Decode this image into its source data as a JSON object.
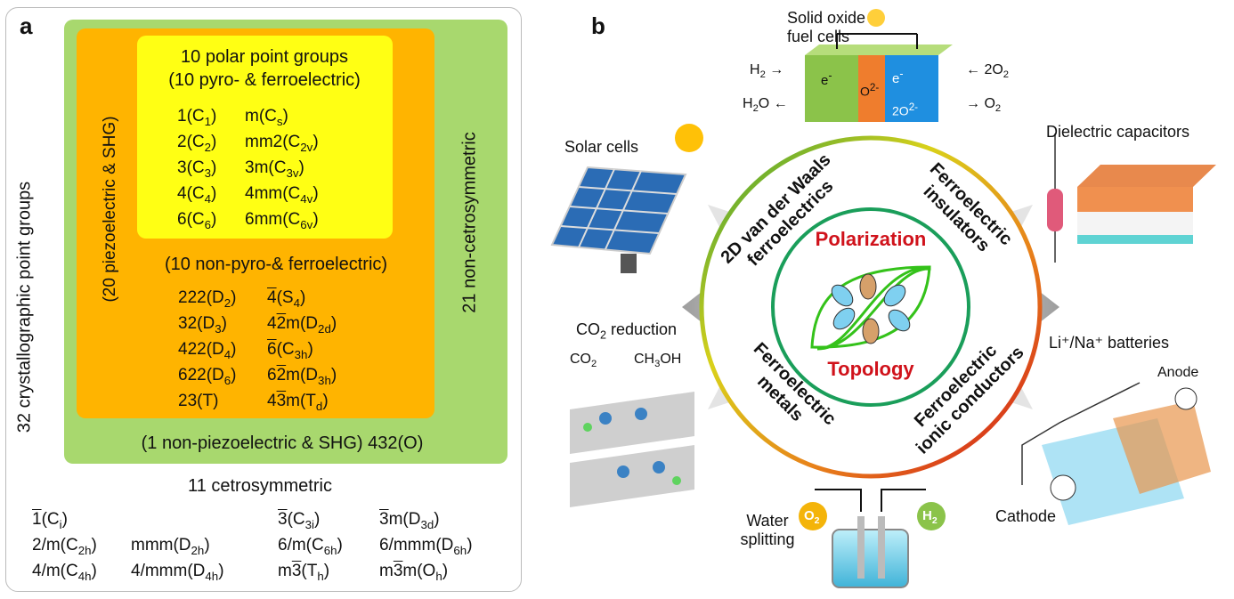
{
  "panel_a": {
    "label": "a",
    "left_vertical": "32 crystallographic point groups",
    "green_vertical": "21 non-cetrosymmetric",
    "orange_vertical": "(20 piezoelectric & SHG)",
    "polar_title1": "10 polar point groups",
    "polar_title2": "(10 pyro- & ferroelectric)",
    "polar_col1": [
      "1(C",
      "2(C",
      "3(C",
      "4(C",
      "6(C"
    ],
    "polar_col1_sub": [
      "1",
      "2",
      "3",
      "4",
      "6"
    ],
    "polar_col2": [
      "m(C",
      "mm2(C",
      "3m(C",
      "4mm(C",
      "6mm(C"
    ],
    "polar_col2_sub": [
      "s",
      "2v",
      "3v",
      "4v",
      "6v"
    ],
    "nonpyro_title": "(10 non-pyro-& ferroelectric)",
    "nonpyro_col1": [
      "222(D",
      "32(D",
      "422(D",
      "622(D",
      "23(T)"
    ],
    "nonpyro_col1_sub": [
      "2",
      "3",
      "4",
      "6",
      ""
    ],
    "nonpiezo_line": "(1 non-piezoelectric & SHG)  432(O)",
    "centro_title": "11 cetrosymmetric"
  },
  "panel_b": {
    "label": "b",
    "center_top": "Polarization",
    "center_bottom": "Topology",
    "ribbon_tl": "2D van der Waals ferroelectrics",
    "ribbon_tl_1": "2D van der Waals",
    "ribbon_tl_2": "ferroelectrics",
    "ribbon_tr_1": "Ferroelectric",
    "ribbon_tr_2": "insulators",
    "ribbon_bl_1": "Ferroelectric",
    "ribbon_bl_2": "metals",
    "ribbon_br_1": "Ferroelectric",
    "ribbon_br_2": "ionic conductors",
    "sofc_1": "Solid oxide",
    "sofc_2": "fuel cells",
    "solar": "Solar cells",
    "dielectric": "Dielectric capacitors",
    "co2": "CO",
    "co2_rest": " reduction",
    "co2_from": "CO",
    "co2_to": "CH",
    "batteries": "Li⁺/Na⁺ batteries",
    "anode": "Anode",
    "cathode": "Cathode",
    "water_1": "Water",
    "water_2": "splitting",
    "o2_badge": "O",
    "h2_badge": "H",
    "fc_h2": "H",
    "fc_h2o": "H",
    "fc_2o2": "2O",
    "fc_o2": "O",
    "fc_e1": "e",
    "fc_e2": "e",
    "fc_o2m": "O",
    "fc_2o2m": "2O"
  },
  "colors": {
    "green": "#a8d86e",
    "orange": "#ffb400",
    "yellow": "#ffff14",
    "red_title": "#d0121b"
  }
}
